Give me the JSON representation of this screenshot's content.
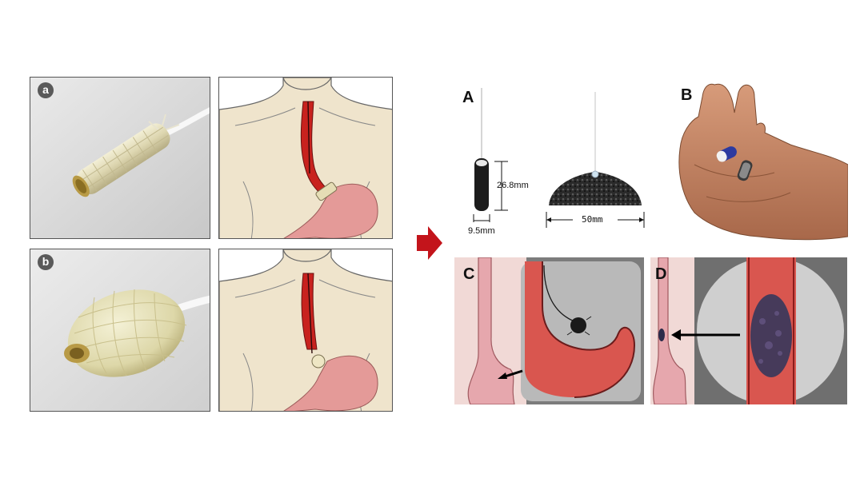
{
  "left": {
    "panel_a_label": "a",
    "panel_b_label": "b"
  },
  "right": {
    "label_A": "A",
    "label_B": "B",
    "label_C": "C",
    "label_D": "D",
    "dim_height": "26.8mm",
    "dim_width": "9.5mm",
    "dim_sponge": "50mm"
  },
  "colors": {
    "arrow": "#c3141b",
    "skin": "#efe4cc",
    "stomach": "#e49a98",
    "esophagus": "#c8221e"
  }
}
